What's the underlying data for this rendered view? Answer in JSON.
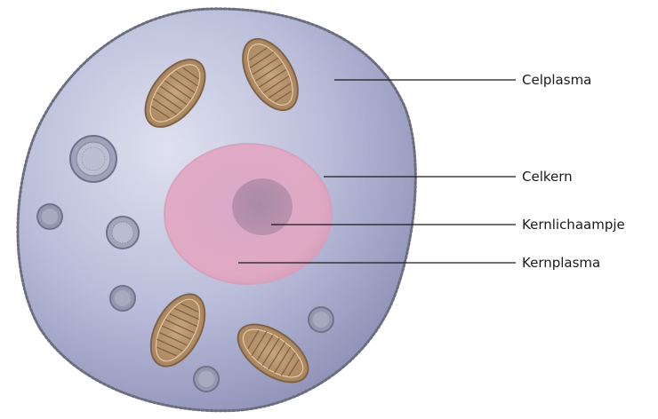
{
  "labels": [
    "Celplasma",
    "Celkern",
    "Kernlichaampje",
    "Kernplasma"
  ],
  "colors": {
    "cytoplasm": "#b9bdd9",
    "cytoplasm_dark": "#8d90b6",
    "membrane": "#6b6e7e",
    "nucleus": "#e2a8c4",
    "nucleolus": "#b58aa7",
    "mitochondrion": "#b08a62",
    "vesicle": "#a0a3b8",
    "leader": "#1a1a1a"
  }
}
